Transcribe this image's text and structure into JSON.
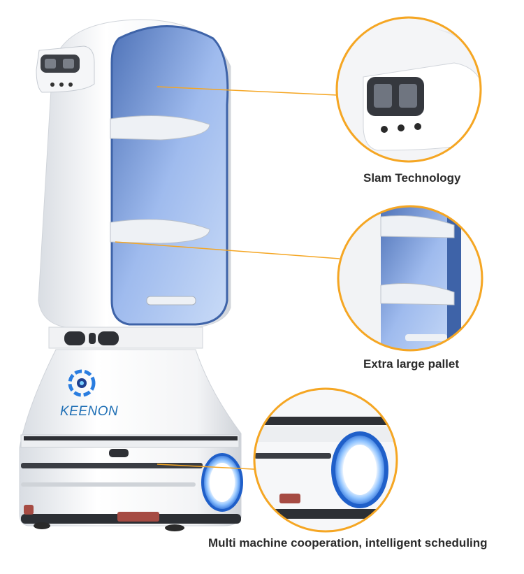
{
  "brand": {
    "name": "KEENON"
  },
  "features": [
    {
      "label": "Slam Technology"
    },
    {
      "label": "Extra large pallet"
    },
    {
      "label": "Multi machine cooperation, intelligent scheduling"
    }
  ],
  "colors": {
    "accent": "#f5a623",
    "tray_blue": "#7fa6e0",
    "brand_blue": "#1f6fb5"
  }
}
